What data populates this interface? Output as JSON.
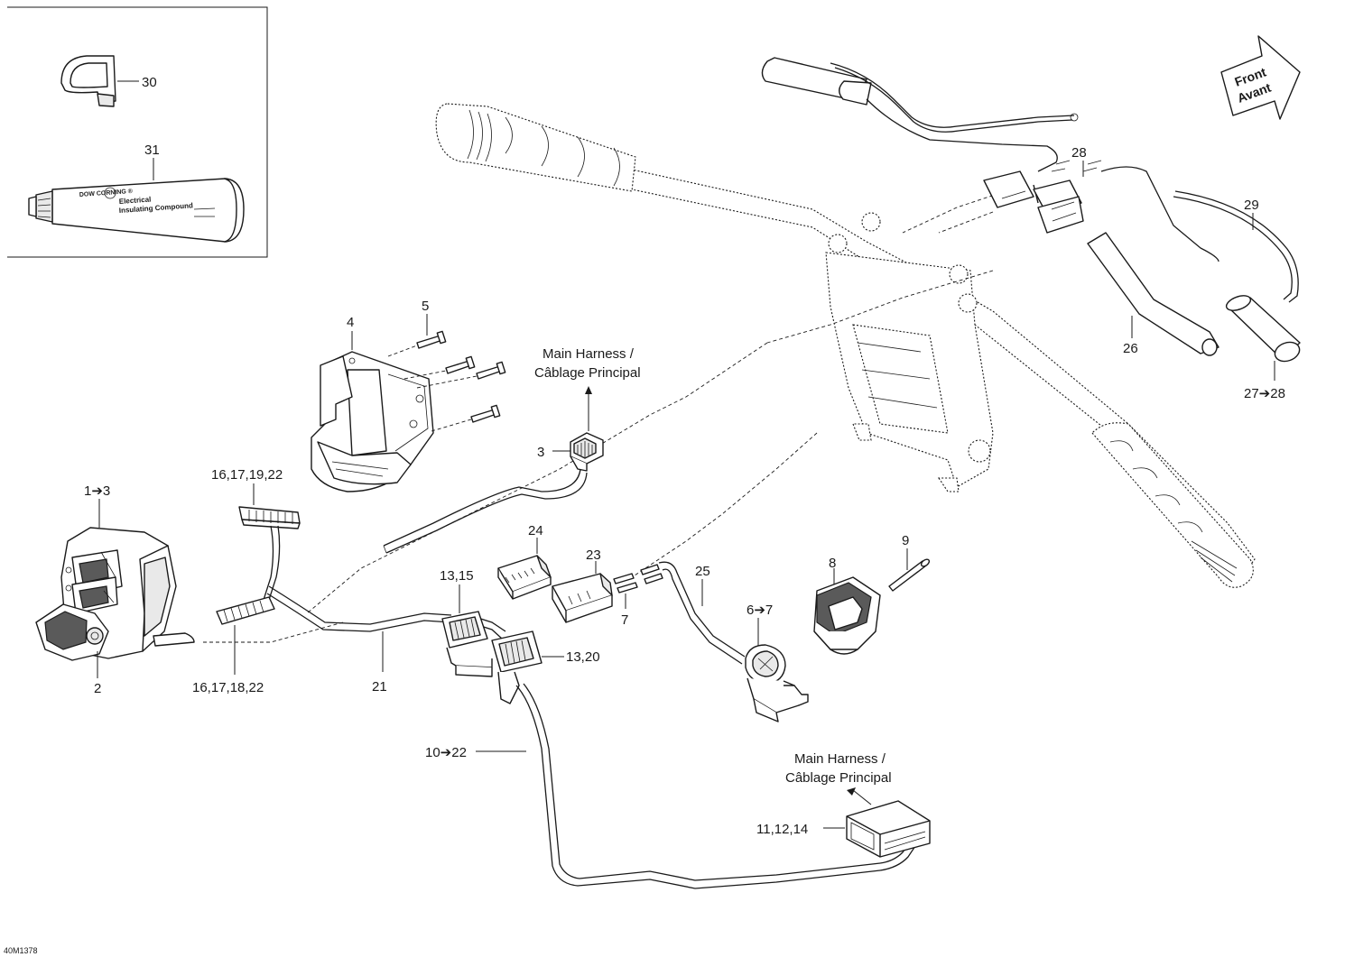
{
  "diagram": {
    "labels": {
      "l30": "30",
      "l31": "31",
      "l5": "5",
      "l4": "4",
      "main_harness_top": "Main Harness /",
      "cablage_top": "Câblage Principal",
      "l3": "3",
      "l16_17_19_22": "16,17,19,22",
      "l1_3": "1➔3",
      "l24": "24",
      "l23": "23",
      "l25": "25",
      "l9": "9",
      "l8": "8",
      "l6_7": "6➔7",
      "l7": "7",
      "l13_15": "13,15",
      "l13_20": "13,20",
      "l2": "2",
      "l16_17_18_22": "16,17,18,22",
      "l21": "21",
      "l10_22": "10➔22",
      "main_harness_bottom": "Main Harness /",
      "cablage_bottom": "Câblage Principal",
      "l11_12_14": "11,12,14",
      "l28": "28",
      "l29": "29",
      "l26": "26",
      "l27_28": "27➔28",
      "front": "Front",
      "avant": "Avant",
      "drawing_code": "40M1378"
    },
    "tube_text": {
      "brand": "DOW CORNING ®",
      "line1": "Electrical",
      "line2": "Insulating Compound"
    }
  }
}
